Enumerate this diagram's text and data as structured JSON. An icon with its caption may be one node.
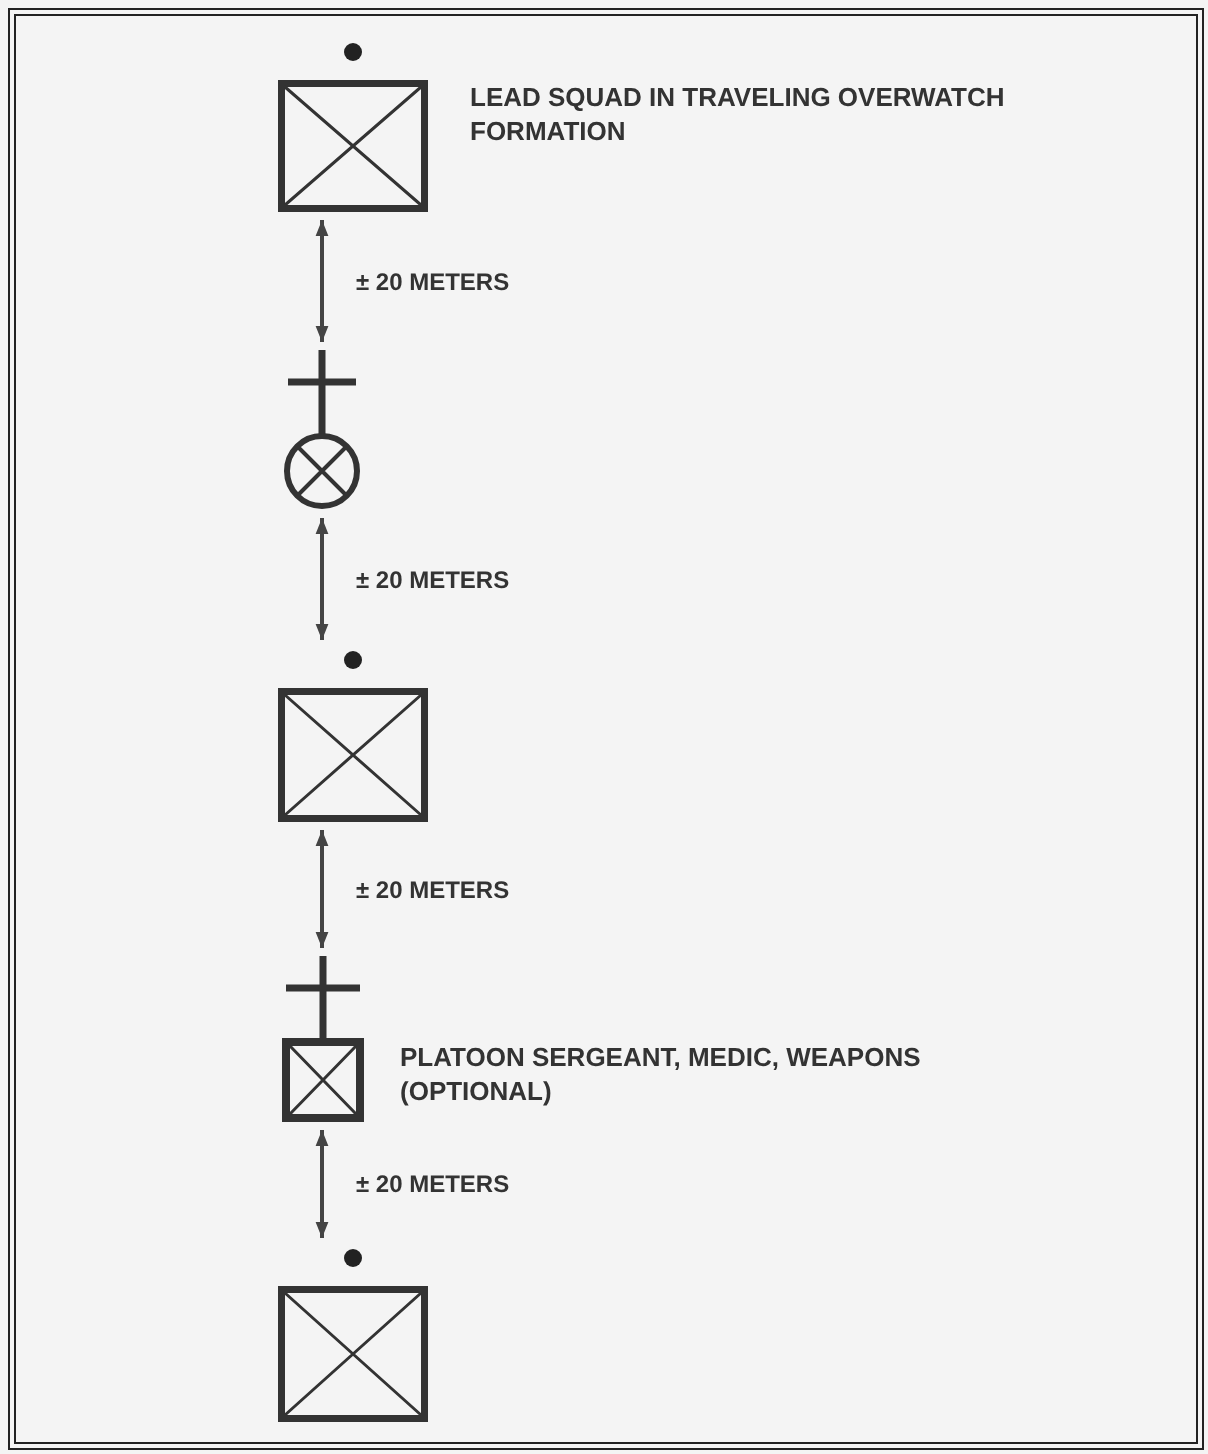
{
  "diagram": {
    "nodes": [
      {
        "text": [],
        "shape": "box",
        "beside": [
          "LEAD SQUAD IN TRAVELING OVERWATCH FORMATION"
        ]
      },
      {
        "text": [],
        "shape": "circle"
      },
      {
        "text": [],
        "shape": "box"
      },
      {
        "text": [],
        "shape": "box",
        "beside": [
          "PLATOON SERGEANT, MEDIC, WEAPONS (OPTIONAL)"
        ]
      },
      {
        "text": [],
        "shape": "box"
      }
    ],
    "edges": [
      {
        "from": 0,
        "to": 1,
        "arrow": "both",
        "label": "± 20 METERS"
      },
      {
        "from": 1,
        "to": 2,
        "arrow": "both",
        "label": "± 20 METERS"
      },
      {
        "from": 2,
        "to": 3,
        "arrow": "both",
        "label": "± 20 METERS"
      },
      {
        "from": 3,
        "to": 4,
        "arrow": "both",
        "label": "± 20 METERS"
      }
    ]
  }
}
